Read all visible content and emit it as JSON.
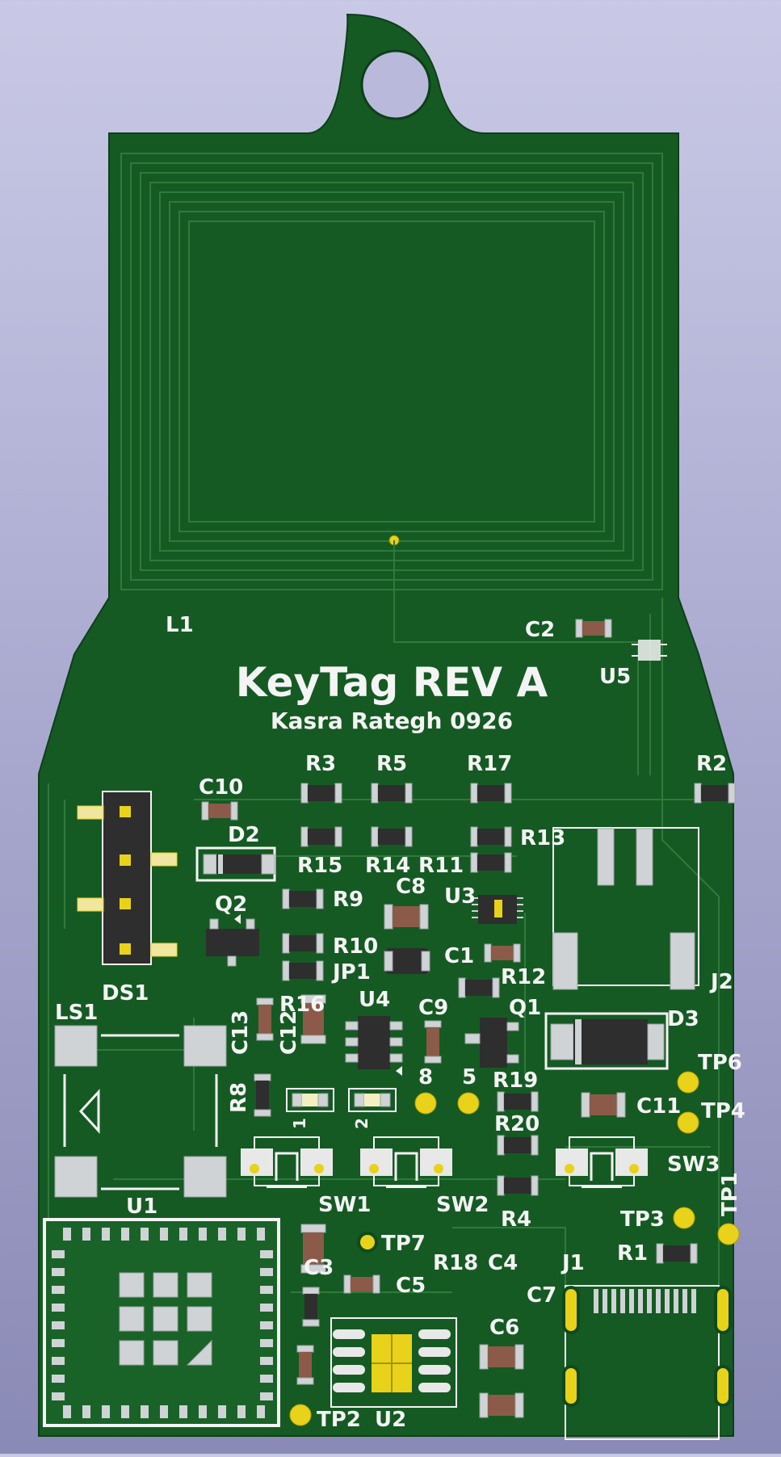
{
  "board": {
    "title": "KeyTag REV A",
    "author": "Kasra Rategh 0926"
  },
  "colors": {
    "board": "#155a23",
    "board_dark": "#0f4a1c",
    "trace": "#2f7a3a",
    "silk": "#f4f4f4",
    "pad": "#cfd3d6",
    "gold": "#e8d21a",
    "body_dark": "#2e2e2e",
    "resistor_body": "#8b5a48"
  },
  "labels": {
    "L1": "L1",
    "C2": "C2",
    "U5": "U5",
    "R3": "R3",
    "R5": "R5",
    "R17": "R17",
    "R2": "R2",
    "C10": "C10",
    "D2": "D2",
    "R15": "R15",
    "R14": "R14",
    "R11": "R11",
    "R13": "R13",
    "R9": "R9",
    "C8": "C8",
    "U3": "U3",
    "Q2": "Q2",
    "R10": "R10",
    "JP1": "JP1",
    "C1": "C1",
    "R12": "R12",
    "J2": "J2",
    "DS1": "DS1",
    "LS1": "LS1",
    "R16": "R16",
    "U4": "U4",
    "C9": "C9",
    "Q1": "Q1",
    "D3": "D3",
    "C13": "C13",
    "C12": "C12",
    "TP6": "TP6",
    "R8": "R8",
    "N8": "8",
    "N5": "5",
    "R19": "R19",
    "C11": "C11",
    "TP4": "TP4",
    "R20": "R20",
    "SW3": "SW3",
    "SW1": "SW1",
    "SW2": "SW2",
    "R4": "R4",
    "TP1": "TP1",
    "U1": "U1",
    "TP3": "TP3",
    "R1": "R1",
    "TP7": "TP7",
    "C3": "C3",
    "R18": "R18",
    "C4": "C4",
    "J1": "J1",
    "C5": "C5",
    "C7": "C7",
    "C6": "C6",
    "TP2": "TP2",
    "U2": "U2",
    "LED1": "1",
    "LED2": "2"
  }
}
